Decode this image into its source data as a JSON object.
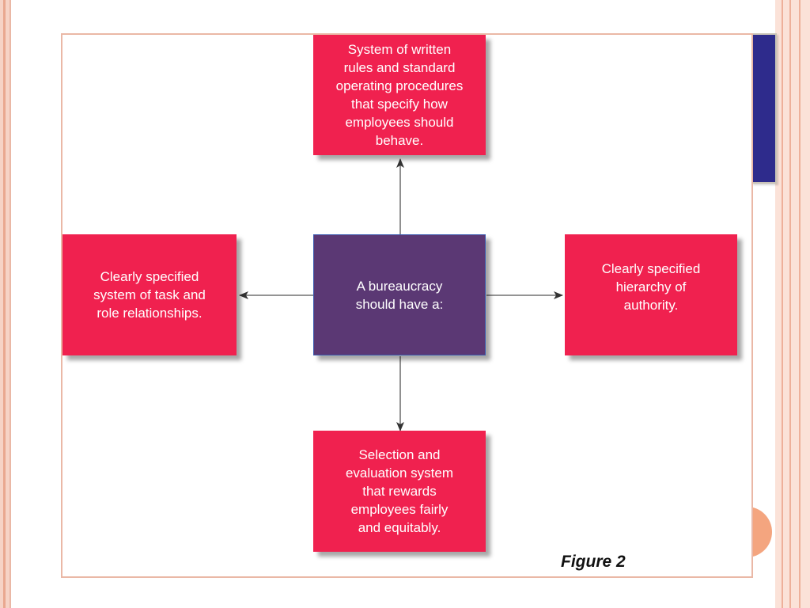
{
  "diagram": {
    "center": {
      "lines": [
        "A bureaucracy",
        "should have a:"
      ]
    },
    "top": {
      "lines": [
        "System of written",
        "rules and standard",
        "operating procedures",
        "that specify how",
        "employees should",
        "behave."
      ]
    },
    "left": {
      "lines": [
        "Clearly specified",
        "system of task and",
        "role relationships."
      ]
    },
    "right": {
      "lines": [
        "Clearly specified",
        "hierarchy of",
        "authority."
      ]
    },
    "bottom": {
      "lines": [
        "Selection and",
        "evaluation system",
        "that rewards",
        "employees fairly",
        "and equitably."
      ]
    },
    "caption": "Figure 2"
  },
  "colors": {
    "node_red": "#f0214f",
    "node_purple": "#5b3874",
    "arrow": "#333333"
  }
}
